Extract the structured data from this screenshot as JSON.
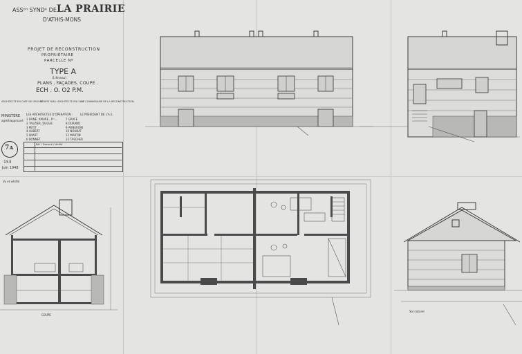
{
  "sheet": {
    "association_line": "ASSᵒⁿ SYNDᵉ DE",
    "association_name": "LA PRAIRIE",
    "location": "D'ATHIS-MONS",
    "project_line1": "PROJET DE RECONSTRUCTION",
    "project_line2": "PROPRIÉTAIRE",
    "project_line3": "PARCELLE Nº",
    "type_label": "TYPE A",
    "type_note": "(1 Niveau)",
    "subtitle": "PLANS , FAÇADES, COUPE .",
    "scale": "ECH . O. O2 P.M.",
    "architect_label": "ARCHITECTE EN CHEF DE GROUPE",
    "verified_label": "VÉRIFIÉ PAR L'ARCHITECTE EN CHEF",
    "commissioner_label": "LE COMMISSAIRE DE LA RECONSTRUCTION",
    "ministry_label": "MINISTÈRE",
    "ministry_sub": "agréé/approuvé",
    "architects_header": "LES ARCHITECTES D'OPERATION :",
    "president_header": "LE PRESIDENT DE L'A.S.",
    "architects": [
      "1  FAINÉ, AMURE , Pᵉˢ...",
      "2  TAUZIER, DUGUE",
      "3  PETIT",
      "4  AUBERT",
      "5  WIART",
      "6  BONNET"
    ],
    "architects_right": [
      "7  GRAFE",
      "8  DURAND",
      "9  ARNERION",
      "10 NOUBAT",
      "11 MARTIN",
      "12 TASCHER"
    ],
    "sheet_number": "7ᴀ",
    "ref_number": "153",
    "date": "Juin 1948",
    "ref_table_header": "Réf. / Dessiné / Vérifié",
    "side_note": "Vu et vérifié"
  },
  "plan_labels": {
    "section_label": "COUPE",
    "boundary_label": "Sol naturel"
  }
}
